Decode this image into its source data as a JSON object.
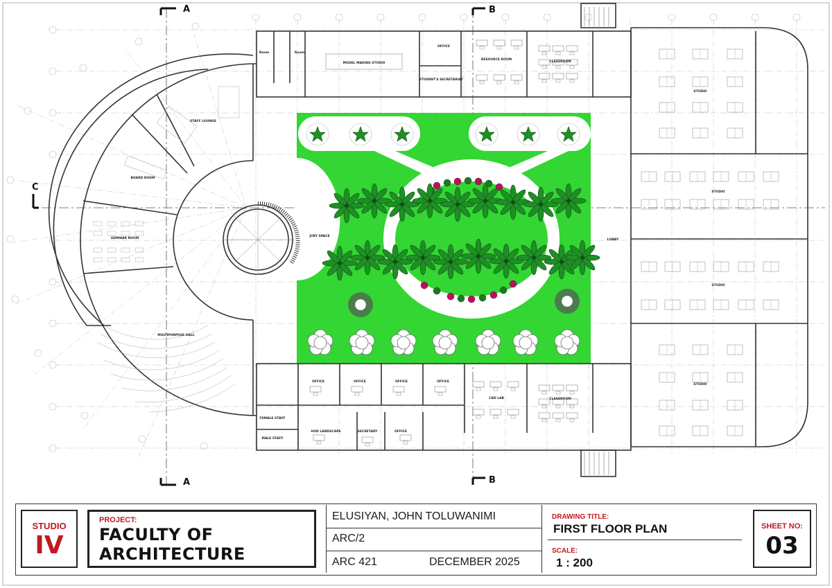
{
  "section_markers": {
    "a_top": "A",
    "a_bottom": "A",
    "b_top": "B",
    "b_bottom": "B",
    "c_left": "C"
  },
  "rooms": {
    "room1": "Room",
    "room2": "Room",
    "model_making": "MODEL MAKING STUDIO",
    "office_top": "OFFICE",
    "students_secretariat": "STUDENT'S SECRETARIAT",
    "resource_room": "RESOURCE ROOM",
    "classroom_top": "CLASSROOM",
    "staff_lounge": "STAFF LOUNGE",
    "board_room": "BOARD ROOM",
    "seminar_room": "SEMINAR ROOM",
    "multipurpose_hall": "MULTIPURPOSE HALL",
    "jury_space": "JURY SPACE",
    "lobby": "LOBBY",
    "studio_1": "STUDIO",
    "studio_2": "STUDIO",
    "studio_3": "STUDIO",
    "studio_4": "STUDIO",
    "office_1": "OFFICE",
    "office_2": "OFFICE",
    "office_3": "OFFICE",
    "office_4": "OFFICE",
    "cad_lab": "CAD LAB",
    "classroom_bottom": "CLASSROOM",
    "female_staff": "FEMALE STAFF",
    "male_staff": "MALE STAFF",
    "hod_landscape": "HOD LANDSCAPE",
    "secretary": "SECRETARY",
    "office_5": "OFFICE"
  },
  "title_block": {
    "studio_label": "STUDIO",
    "studio_number": "IV",
    "project_label": "PROJECT:",
    "project_name_line1": "FACULTY OF",
    "project_name_line2": "ARCHITECTURE",
    "student_name": "ELUSIYAN, JOHN TOLUWANIMI",
    "matric_no": "ARC/2",
    "course_code": "ARC 421",
    "date": "DECEMBER 2025",
    "drawing_title_label": "DRAWING TITLE:",
    "drawing_title": "FIRST FLOOR PLAN",
    "scale_label": "SCALE:",
    "scale_value": "1 : 200",
    "sheet_label": "SHEET NO:",
    "sheet_number": "03"
  },
  "colors": {
    "garden_green": "#33d633",
    "accent_red": "#c0191f",
    "line": "#333333"
  }
}
